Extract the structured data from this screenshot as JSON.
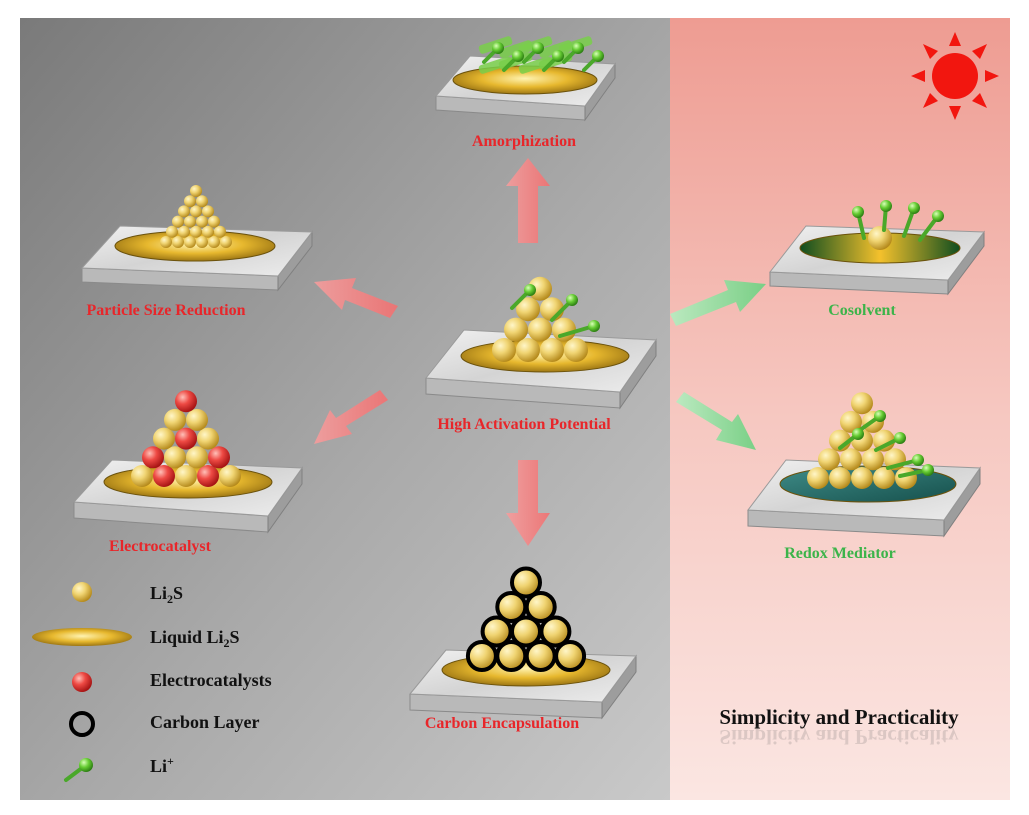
{
  "nodes": {
    "center": "High Activation Potential",
    "amorphization": "Amorphization",
    "particle_size": "Particle Size Reduction",
    "electrocatalyst": "Electrocatalyst",
    "carbon": "Carbon Encapsulation",
    "cosolvent": "Cosolvent",
    "redox": "Redox Mediator"
  },
  "legend": {
    "li2s_prefix": "Li",
    "li2s_sub": "2",
    "li2s_suffix": "S",
    "liquid_prefix": "Liquid Li",
    "liquid_sub": "2",
    "liquid_suffix": "S",
    "electrocatalysts": "Electrocatalysts",
    "carbon_layer": "Carbon Layer",
    "li_ion_base": "Li",
    "li_ion_sup": "+"
  },
  "slogan": "Simplicity and Practicality",
  "colors": {
    "dark_panel": "#8c8c8c",
    "light_panel": "#f2a9a0",
    "label_red": "#e8262a",
    "label_green": "#3cb44a",
    "arrow_red": "#f27a7a",
    "arrow_green": "#7fd58c",
    "li2s": "#e8c85a",
    "electrocatalyst": "#e23a3a",
    "li_ion": "#62cc3a",
    "sun": "#f2160f"
  },
  "icons": {
    "moon": "crescent-moon-icon",
    "sun": "sun-icon"
  }
}
